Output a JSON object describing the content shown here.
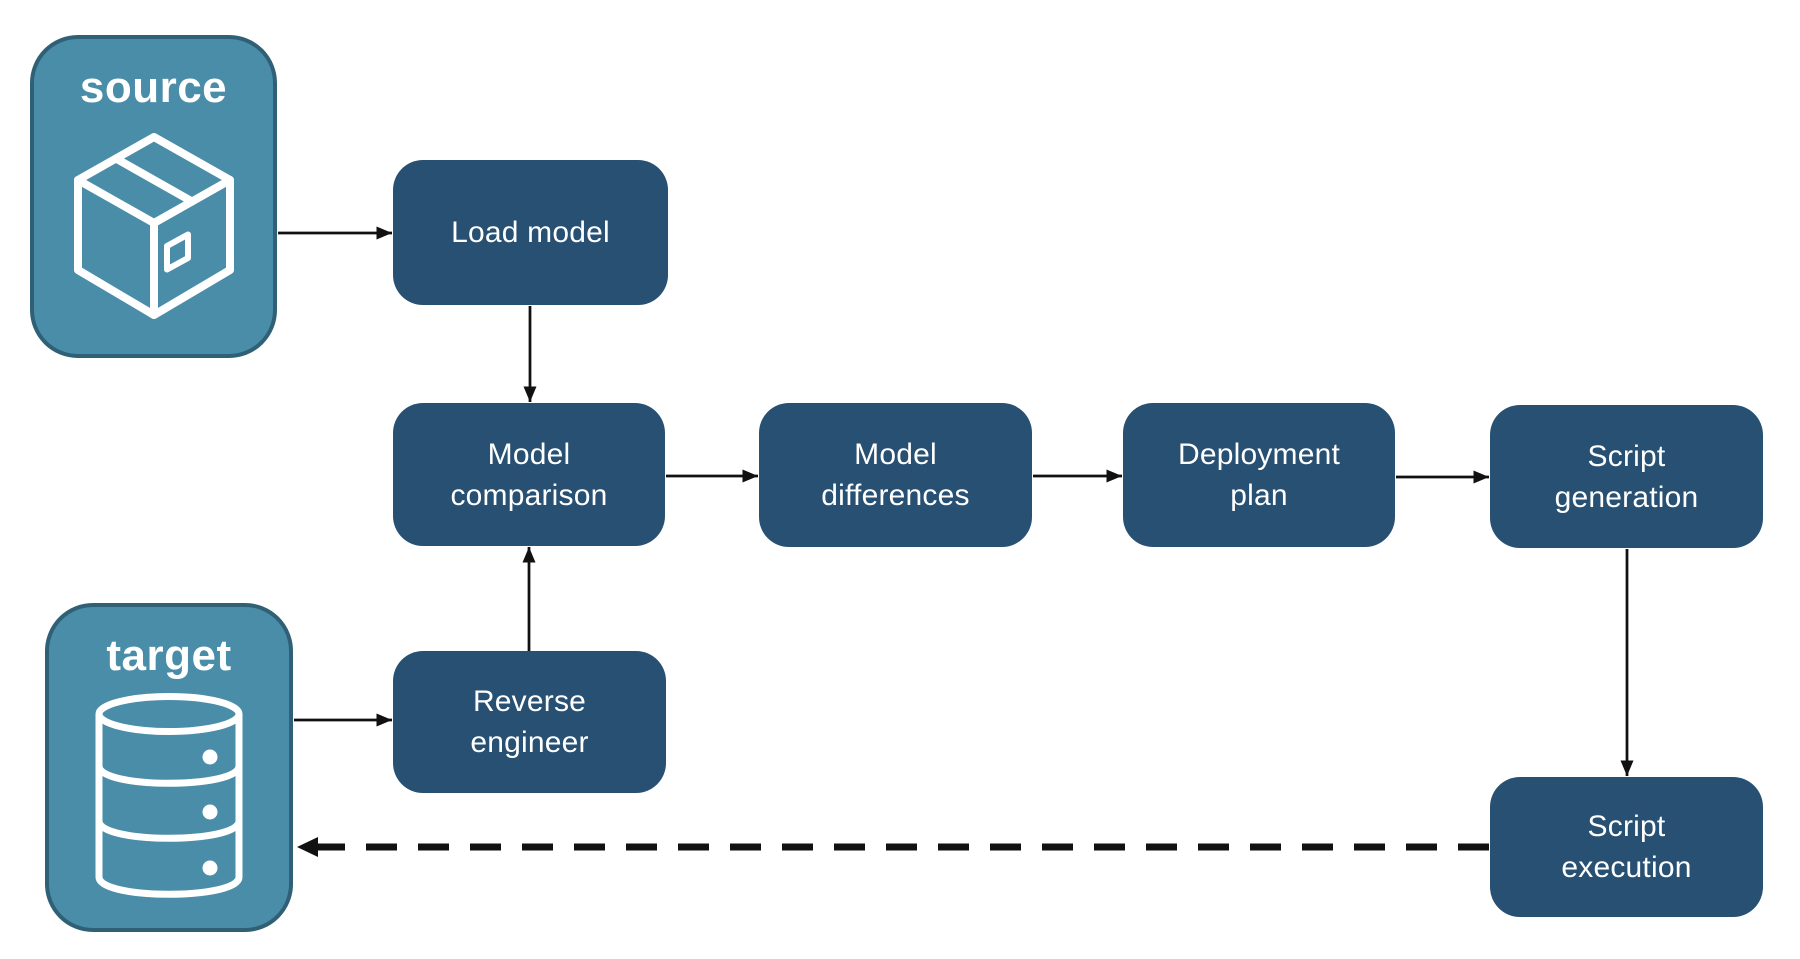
{
  "diagram": {
    "endpoints": {
      "source": {
        "label": "source",
        "icon": "package-icon"
      },
      "target": {
        "label": "target",
        "icon": "database-icon"
      }
    },
    "nodes": {
      "load_model": "Load model",
      "model_comparison": "Model comparison",
      "model_differences": "Model differences",
      "deployment_plan": "Deployment plan",
      "script_generation": "Script generation",
      "reverse_engineer": "Reverse engineer",
      "script_execution": "Script execution"
    },
    "edges": [
      {
        "from": "source",
        "to": "load_model",
        "style": "solid"
      },
      {
        "from": "load_model",
        "to": "model_comparison",
        "style": "solid"
      },
      {
        "from": "model_comparison",
        "to": "model_differences",
        "style": "solid"
      },
      {
        "from": "model_differences",
        "to": "deployment_plan",
        "style": "solid"
      },
      {
        "from": "deployment_plan",
        "to": "script_generation",
        "style": "solid"
      },
      {
        "from": "script_generation",
        "to": "script_execution",
        "style": "solid"
      },
      {
        "from": "target",
        "to": "reverse_engineer",
        "style": "solid"
      },
      {
        "from": "reverse_engineer",
        "to": "model_comparison",
        "style": "solid"
      },
      {
        "from": "script_execution",
        "to": "target",
        "style": "dashed"
      }
    ],
    "colors": {
      "endpoint_fill": "#4A8DA9",
      "endpoint_border": "#2F6076",
      "node_fill": "#275073",
      "text": "#FFFFFF",
      "arrow": "#111111",
      "background": "#FFFFFF"
    }
  }
}
